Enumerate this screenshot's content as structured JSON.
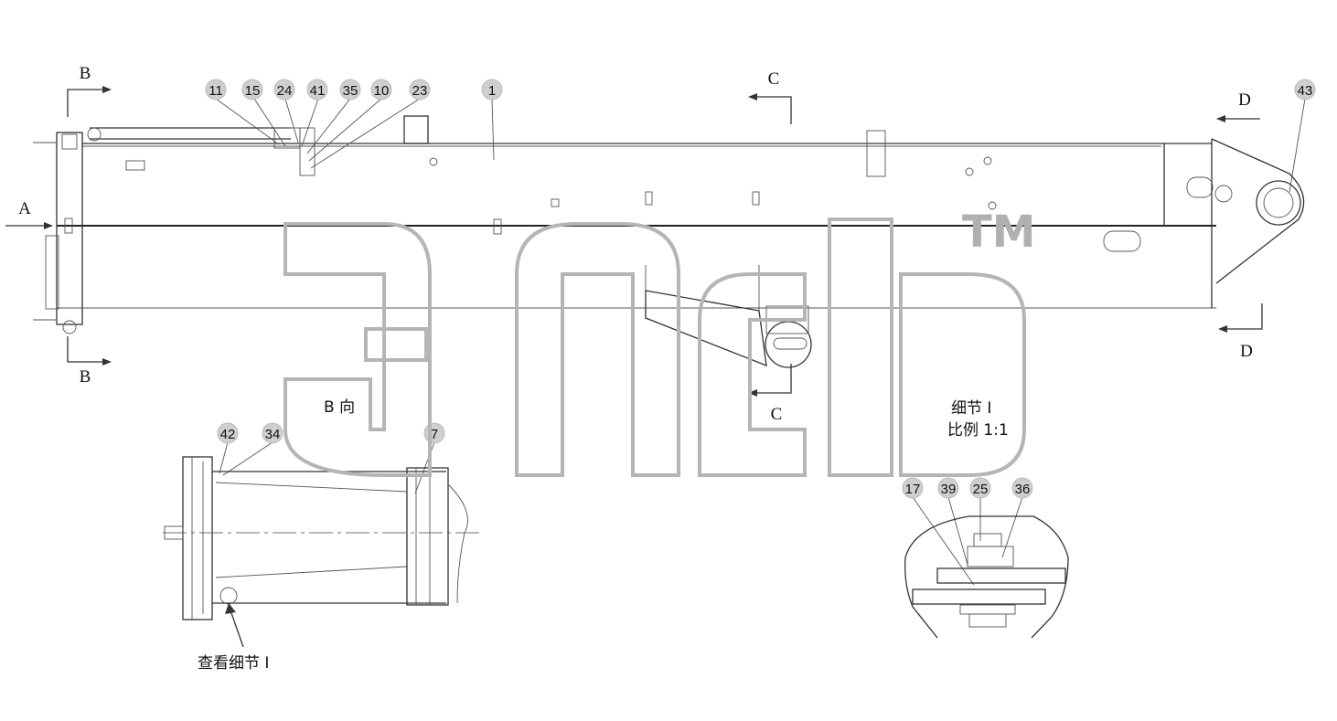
{
  "watermark": {
    "tm": "TM"
  },
  "section_labels": {
    "b_top": "B",
    "b_bottom": "B",
    "c_top": "C",
    "c_bottom": "C",
    "d_top": "D",
    "d_bottom": "D",
    "a": "A"
  },
  "view_titles": {
    "b_view": "B 向",
    "detail_title": "细节 I",
    "detail_scale": "比例 1:1",
    "see_detail": "查看细节 I"
  },
  "balloons": {
    "b11": "11",
    "b15": "15",
    "b24": "24",
    "b41": "41",
    "b35": "35",
    "b10": "10",
    "b23": "23",
    "b1": "1",
    "b43": "43",
    "b42": "42",
    "b34": "34",
    "b7": "7",
    "b17": "17",
    "b39": "39",
    "b25": "25",
    "b36": "36"
  }
}
